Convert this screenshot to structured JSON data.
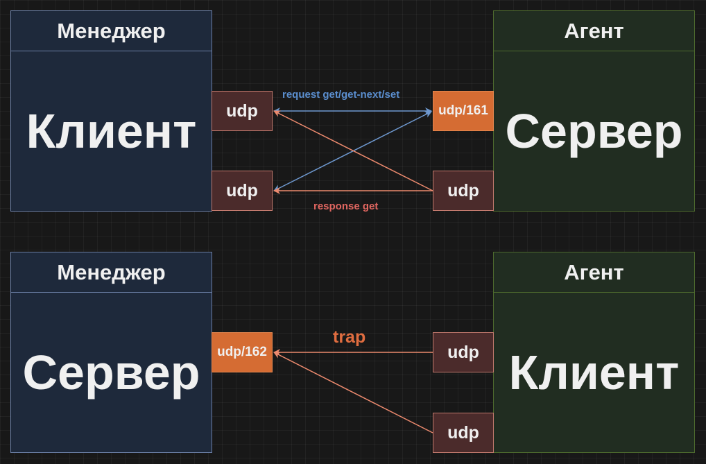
{
  "top": {
    "left_panel": {
      "header": "Менеджер",
      "role": "Клиент"
    },
    "right_panel": {
      "header": "Агент",
      "role": "Сервер"
    },
    "ports": {
      "left_top": "udp",
      "left_bottom": "udp",
      "right_top": "udp/161",
      "right_bottom": "udp"
    },
    "labels": {
      "request": "request get/get-next/set",
      "response": "response get"
    }
  },
  "bottom": {
    "left_panel": {
      "header": "Менеджер",
      "role": "Сервер"
    },
    "right_panel": {
      "header": "Агент",
      "role": "Клиент"
    },
    "ports": {
      "left": "udp/162",
      "right_top": "udp",
      "right_bottom": "udp"
    },
    "labels": {
      "trap": "trap"
    }
  },
  "colors": {
    "request_arrow": "#6e98cf",
    "response_arrow": "#ec8a6e",
    "request_label": "#5b8fd0",
    "response_label": "#e06660",
    "trap_label": "#e06d40"
  }
}
